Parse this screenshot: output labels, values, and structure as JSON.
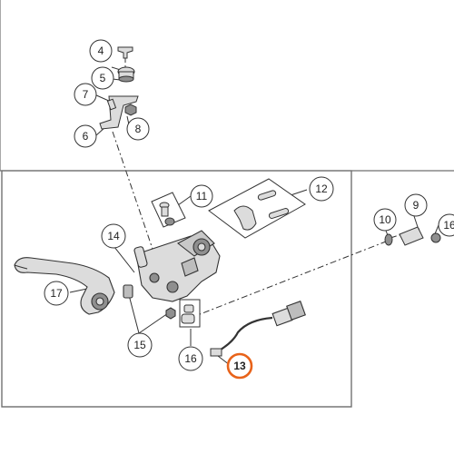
{
  "colors": {
    "line": "#333333",
    "part_fill": "#dcdcdc",
    "part_dark": "#8f8f8f",
    "callout_fill": "#ffffff",
    "highlight": "#e8631a",
    "frame": "#6f6f6f"
  },
  "callouts": {
    "c4": "4",
    "c5": "5",
    "c7": "7",
    "c6": "6",
    "c8": "8",
    "c11": "11",
    "c12": "12",
    "c10": "10",
    "c9": "9",
    "c16b": "16",
    "c14": "14",
    "c17": "17",
    "c15": "15",
    "c16": "16",
    "c13": "13"
  },
  "highlighted_callout": "13"
}
